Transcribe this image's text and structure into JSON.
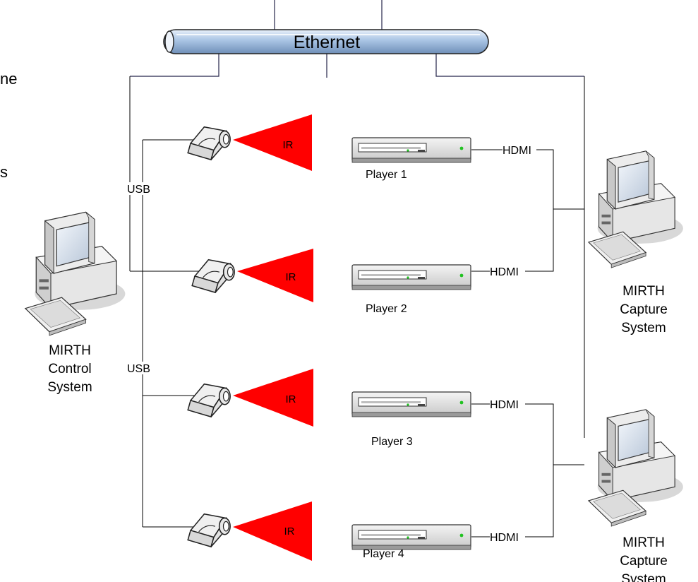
{
  "fragments": [
    "ne",
    "s"
  ],
  "ethernet": {
    "label": "Ethernet"
  },
  "control": {
    "line1": "MIRTH",
    "line2": "Control",
    "line3": "System"
  },
  "capture": [
    {
      "line1": "MIRTH",
      "line2": "Capture",
      "line3": "System"
    },
    {
      "line1": "MIRTH",
      "line2": "Capture",
      "line3": "System"
    }
  ],
  "usb": [
    "USB",
    "USB"
  ],
  "ir": [
    "IR",
    "IR",
    "IR",
    "IR"
  ],
  "players": [
    "Player 1",
    "Player 2",
    "Player 3",
    "Player 4"
  ],
  "hdmi": [
    "HDMI",
    "HDMI",
    "HDMI",
    "HDMI"
  ],
  "colors": {
    "text_blue": "#1f3864",
    "ir_beam": "#ff0000",
    "pipe": "#a9c4e4"
  }
}
